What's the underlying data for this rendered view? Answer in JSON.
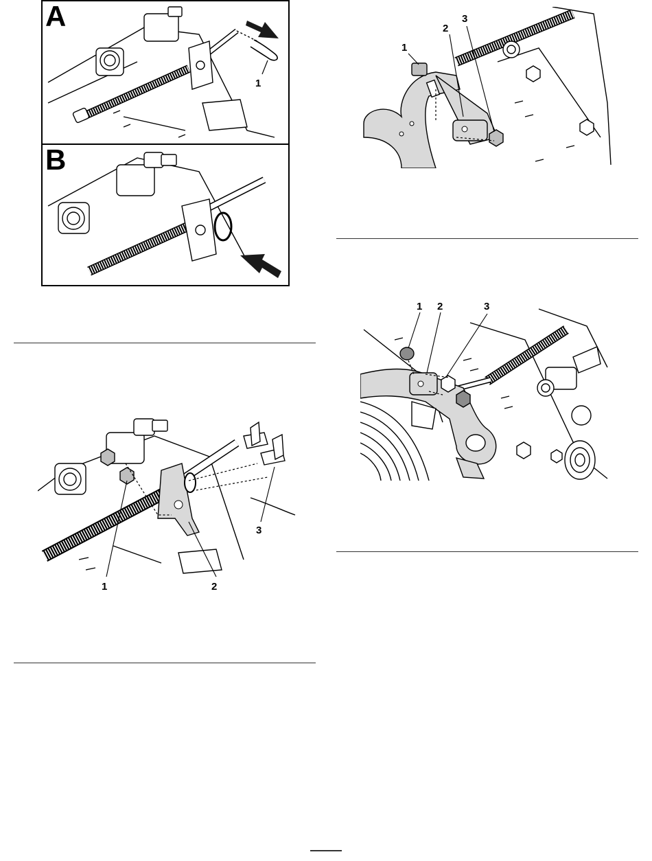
{
  "figures": {
    "fig1": {
      "panel_a": "A",
      "panel_b": "B",
      "callouts": [
        "1"
      ]
    },
    "fig2": {
      "callouts": [
        "1",
        "2",
        "3"
      ]
    },
    "fig3": {
      "callouts": [
        "1",
        "2"
      ],
      "callout_3": "3"
    },
    "fig4": {
      "callouts": [
        "1",
        "2",
        "3"
      ]
    }
  },
  "colors": {
    "part_fill": "#d9d9d9",
    "line": "#000000",
    "paper": "#ffffff",
    "arrow": "#1a1a1a"
  }
}
